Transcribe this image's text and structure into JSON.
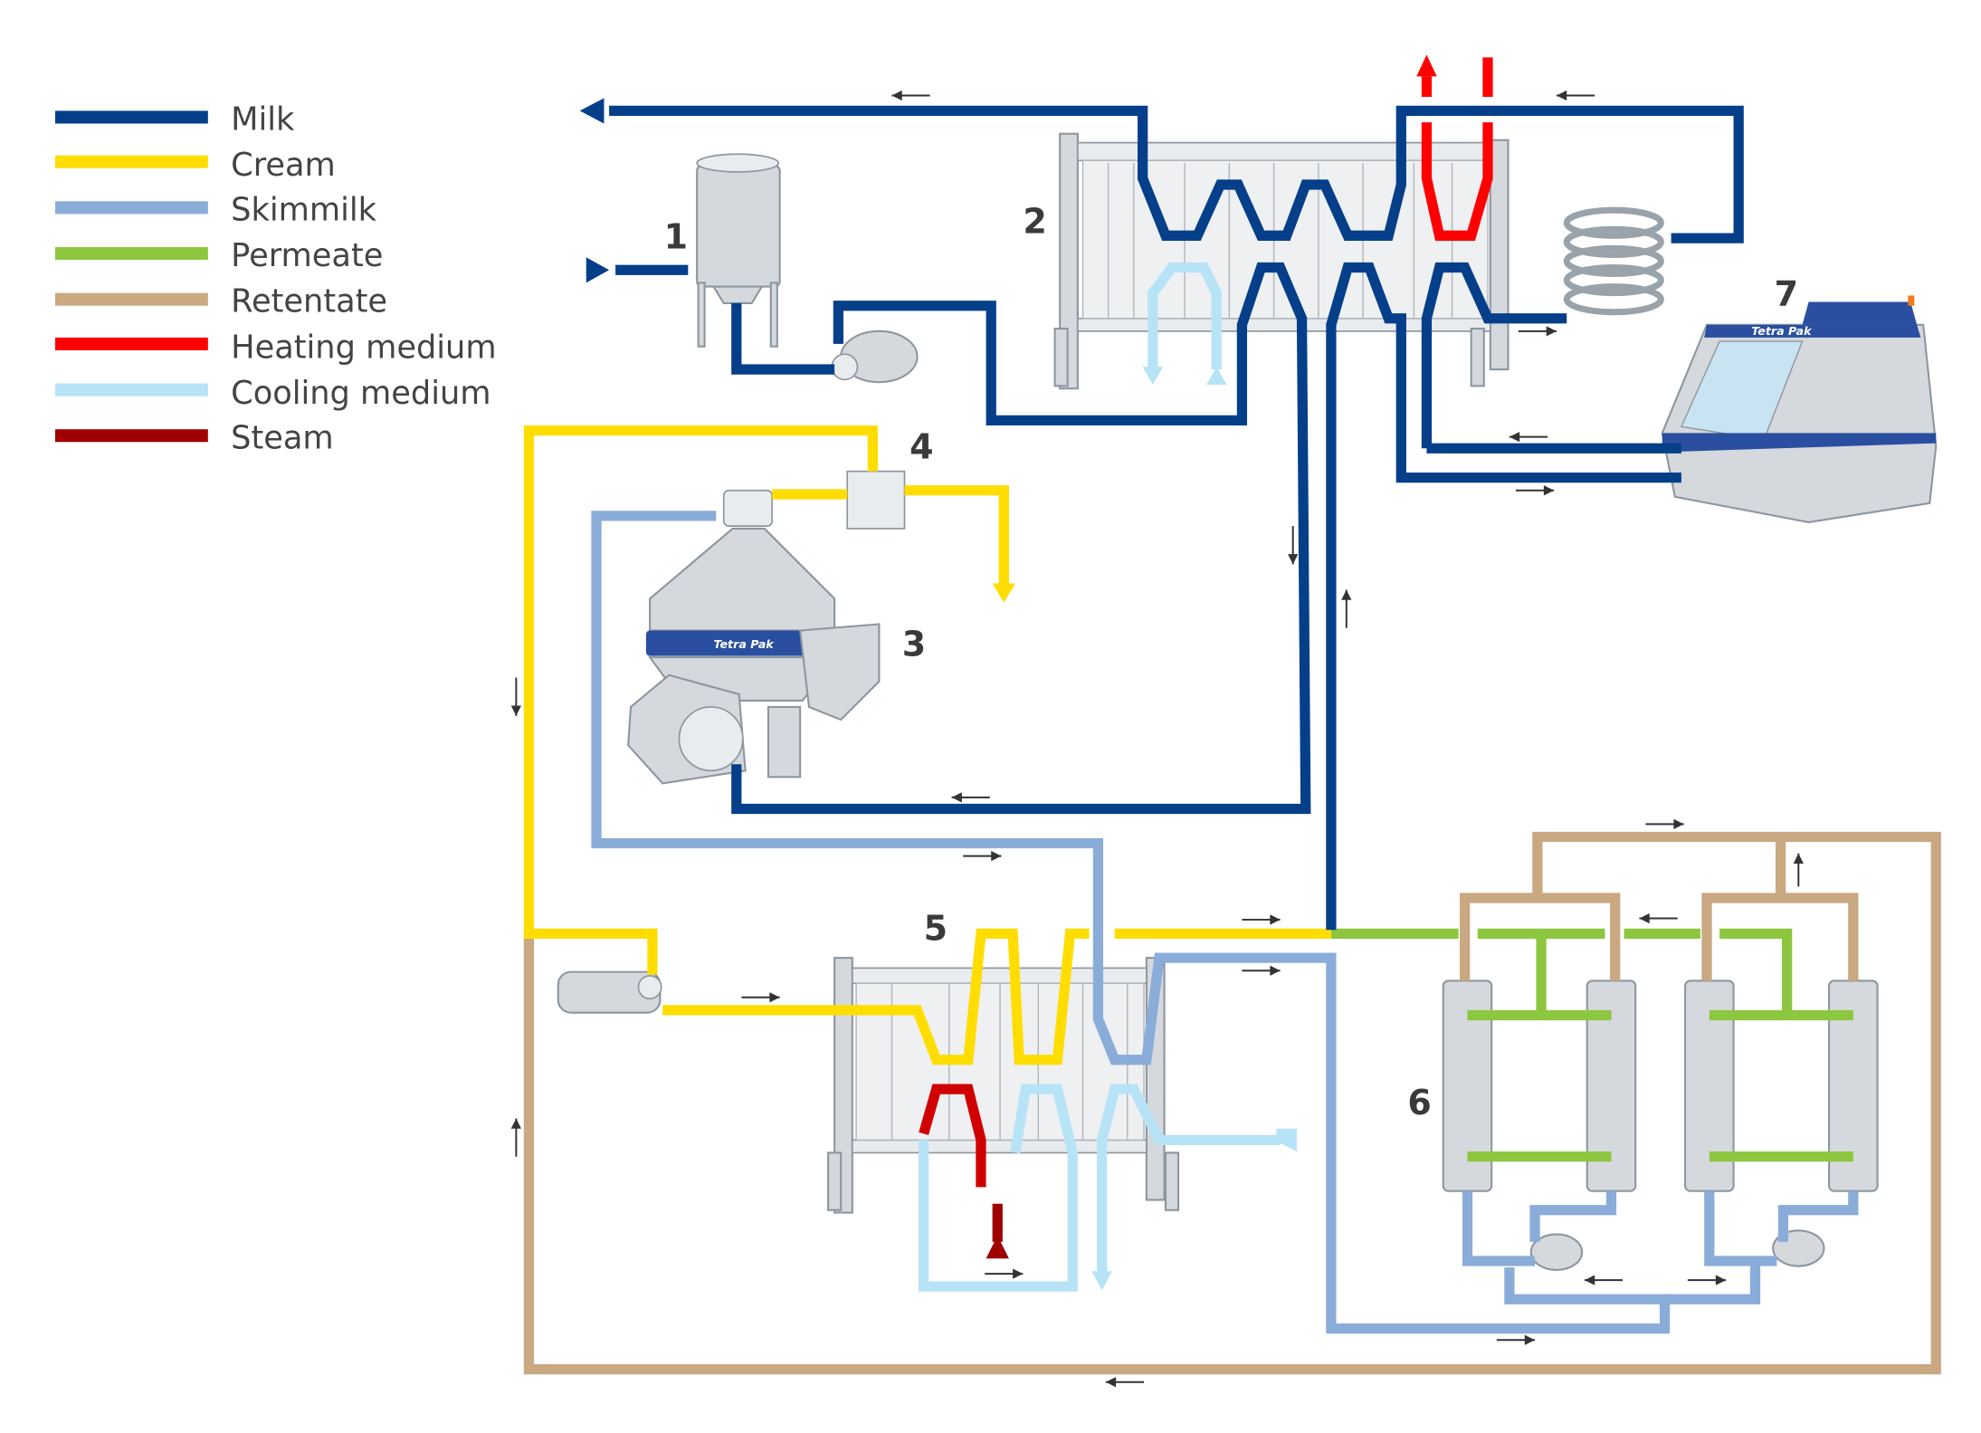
{
  "legend": [
    {
      "label": "Milk",
      "color": "#053f8a"
    },
    {
      "label": "Cream",
      "color": "#ffdd00"
    },
    {
      "label": "Skimmilk",
      "color": "#8aacd8"
    },
    {
      "label": "Permeate",
      "color": "#8dc63f"
    },
    {
      "label": "Retentate",
      "color": "#c9a882"
    },
    {
      "label": "Heating medium",
      "color": "#ff0000"
    },
    {
      "label": "Cooling medium",
      "color": "#b7e3f7"
    },
    {
      "label": "Steam",
      "color": "#a00000"
    }
  ],
  "equipment_numbers": [
    "1",
    "2",
    "3",
    "4",
    "5",
    "6",
    "7"
  ],
  "logo_text": "Tetra Pak"
}
